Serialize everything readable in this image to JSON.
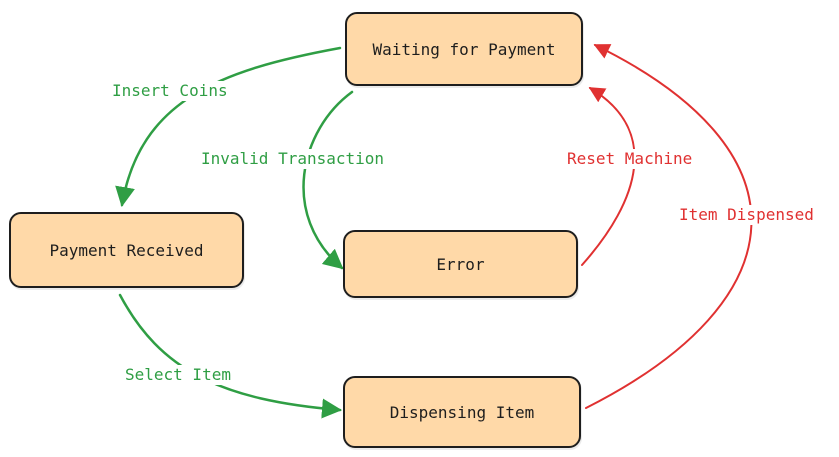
{
  "colors": {
    "node_fill": "#ffd9a8",
    "node_stroke": "#1e1e1e",
    "green": "#2f9e44",
    "red": "#e03131"
  },
  "states": {
    "waiting": "Waiting for Payment",
    "payment_received": "Payment Received",
    "error": "Error",
    "dispensing": "Dispensing Item"
  },
  "transitions": {
    "insert_coins": "Insert Coins",
    "invalid_transaction": "Invalid Transaction",
    "reset_machine": "Reset Machine",
    "item_dispensed": "Item Dispensed",
    "select_item": "Select Item"
  }
}
